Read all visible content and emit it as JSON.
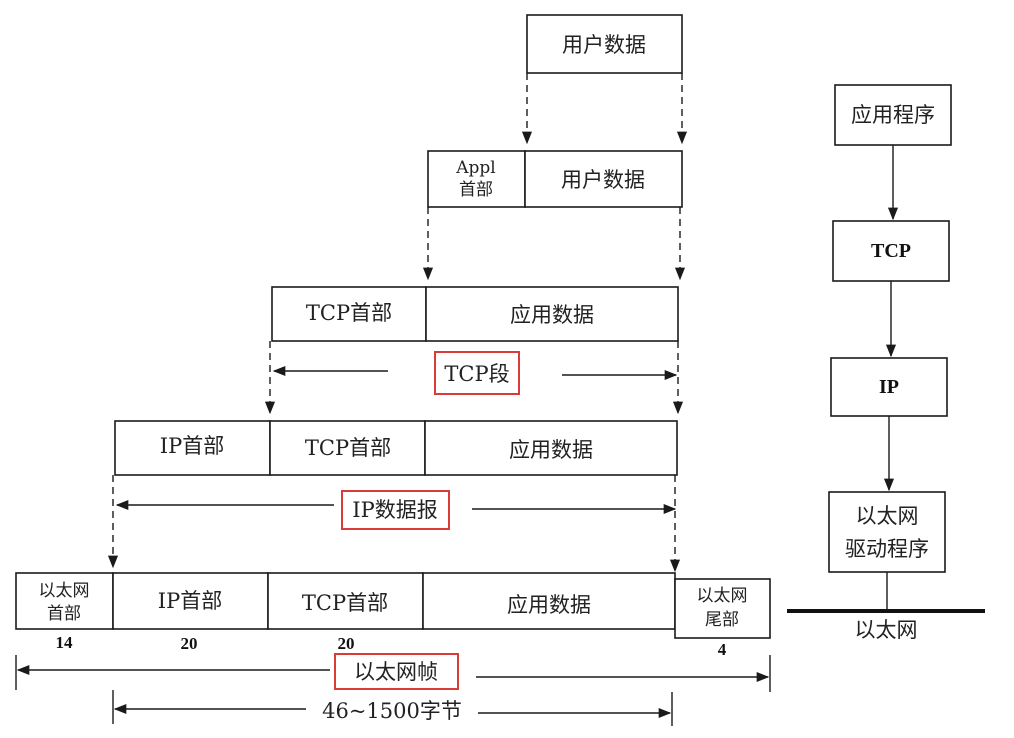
{
  "levels": {
    "user": {
      "user_data": "用户数据"
    },
    "appl": {
      "appl_header_line1": "Appl",
      "appl_header_line2": "首部",
      "user_data": "用户数据"
    },
    "tcp": {
      "tcp_header": "TCP首部",
      "app_data": "应用数据",
      "segment_label": "TCP段"
    },
    "ip": {
      "ip_header": "IP首部",
      "tcp_header": "TCP首部",
      "app_data": "应用数据",
      "datagram_label": "IP数据报"
    },
    "eth": {
      "eth_header_line1": "以太网",
      "eth_header_line2": "首部",
      "ip_header": "IP首部",
      "tcp_header": "TCP首部",
      "app_data": "应用数据",
      "eth_trailer_line1": "以太网",
      "eth_trailer_line2": "尾部",
      "size_header": "14",
      "size_ip": "20",
      "size_tcp": "20",
      "size_trailer": "4",
      "frame_label": "以太网帧",
      "payload_range": "46~1500字节"
    }
  },
  "stack": {
    "application": "应用程序",
    "tcp": "TCP",
    "ip": "IP",
    "driver_line1": "以太网",
    "driver_line2": "驱动程序",
    "network": "以太网"
  },
  "colors": {
    "highlight": "#d93a3a",
    "stroke": "#1a1a1a"
  }
}
